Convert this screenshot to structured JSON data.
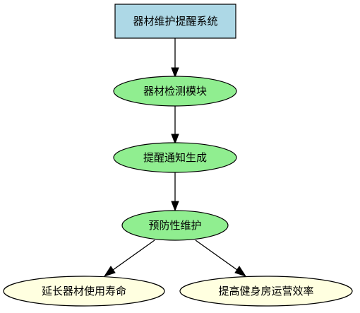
{
  "diagram": {
    "colors": {
      "root_fill": "#add8e6",
      "process_fill": "#90ee90",
      "outcome_fill": "#ffffe0",
      "stroke": "#000000",
      "background": "#ffffff"
    },
    "nodes": {
      "root": {
        "label": "器材维护提醒系统",
        "shape": "box"
      },
      "detect": {
        "label": "器材检测模块",
        "shape": "ellipse"
      },
      "notify": {
        "label": "提醒通知生成",
        "shape": "ellipse"
      },
      "maintain": {
        "label": "预防性维护",
        "shape": "ellipse"
      },
      "lifespan": {
        "label": "延长器材使用寿命",
        "shape": "ellipse"
      },
      "efficiency": {
        "label": "提高健身房运营效率",
        "shape": "ellipse"
      }
    },
    "edges": [
      {
        "from": "root",
        "to": "detect"
      },
      {
        "from": "detect",
        "to": "notify"
      },
      {
        "from": "notify",
        "to": "maintain"
      },
      {
        "from": "maintain",
        "to": "lifespan"
      },
      {
        "from": "maintain",
        "to": "efficiency"
      }
    ]
  }
}
